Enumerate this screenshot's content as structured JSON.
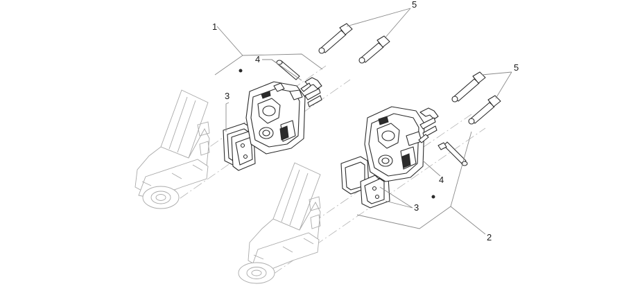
{
  "callouts": {
    "c1": "1",
    "c2": "2",
    "c3a": "3",
    "c3b": "3",
    "c4a": "4",
    "c4b": "4",
    "c5a": "5",
    "c5b": "5"
  }
}
